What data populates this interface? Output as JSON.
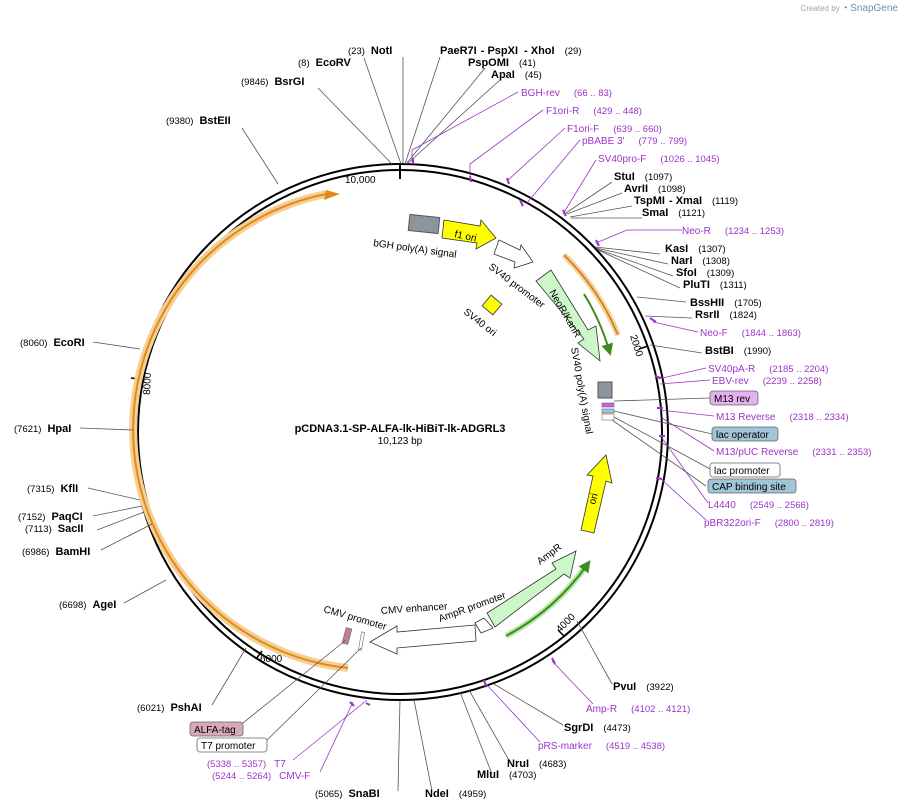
{
  "credit": {
    "created_by": "Created by",
    "brand": "SnapGene"
  },
  "plasmid": {
    "name": "pCDNA3.1-SP-ALFA-lk-HiBiT-lk-ADGRL3",
    "size": "10,123 bp"
  },
  "ring_ticks": [
    "10,000",
    "2000",
    "4000",
    "6000",
    "8000"
  ],
  "map_features": [
    {
      "name": "f1 ori"
    },
    {
      "name": "bGH poly(A) signal"
    },
    {
      "name": "SV40 promoter"
    },
    {
      "name": "NeoR/KanR"
    },
    {
      "name": "SV40 ori"
    },
    {
      "name": "SV40 poly(A) signal"
    },
    {
      "name": "ori"
    },
    {
      "name": "AmpR"
    },
    {
      "name": "AmpR promoter"
    },
    {
      "name": "CMV enhancer"
    },
    {
      "name": "CMV promoter"
    }
  ],
  "enzymes": [
    {
      "pos": "(23)",
      "name": "NotI"
    },
    {
      "name": "PaeR7I",
      "name2": "PspXI",
      "name3": "XhoI",
      "pos": "(29)"
    },
    {
      "name": "PspOMI",
      "pos": "(41)"
    },
    {
      "name": "ApaI",
      "pos": "(45)"
    },
    {
      "pos": "(8)",
      "name": "EcoRV"
    },
    {
      "pos": "(9846)",
      "name": "BsrGI"
    },
    {
      "pos": "(9380)",
      "name": "BstEII"
    },
    {
      "name": "StuI",
      "pos": "(1097)"
    },
    {
      "name": "AvrII",
      "pos": "(1098)"
    },
    {
      "name": "TspMI",
      "name2": "XmaI",
      "pos": "(1119)"
    },
    {
      "name": "SmaI",
      "pos": "(1121)"
    },
    {
      "name": "KasI",
      "pos": "(1307)"
    },
    {
      "name": "NarI",
      "pos": "(1308)"
    },
    {
      "name": "SfoI",
      "pos": "(1309)"
    },
    {
      "name": "PluTI",
      "pos": "(1311)"
    },
    {
      "name": "BssHII",
      "pos": "(1705)"
    },
    {
      "name": "RsrII",
      "pos": "(1824)"
    },
    {
      "name": "BstBI",
      "pos": "(1990)"
    },
    {
      "pos": "(8060)",
      "name": "EcoRI"
    },
    {
      "pos": "(7621)",
      "name": "HpaI"
    },
    {
      "pos": "(7315)",
      "name": "KflI"
    },
    {
      "pos": "(7152)",
      "name": "PaqCI"
    },
    {
      "pos": "(7113)",
      "name": "SacII"
    },
    {
      "pos": "(6986)",
      "name": "BamHI"
    },
    {
      "pos": "(6698)",
      "name": "AgeI"
    },
    {
      "pos": "(6021)",
      "name": "PshAI"
    },
    {
      "name": "PvuI",
      "pos": "(3922)"
    },
    {
      "name": "SgrDI",
      "pos": "(4473)"
    },
    {
      "name": "NruI",
      "pos": "(4683)"
    },
    {
      "name": "MluI",
      "pos": "(4703)"
    },
    {
      "pos": "(5065)",
      "name": "SnaBI"
    },
    {
      "name": "NdeI",
      "pos": "(4959)"
    }
  ],
  "primers": [
    {
      "name": "BGH-rev",
      "pos": "(66 .. 83)"
    },
    {
      "name": "F1ori-R",
      "pos": "(429 .. 448)"
    },
    {
      "name": "F1ori-F",
      "pos": "(639 .. 660)"
    },
    {
      "name": "pBABE 3'",
      "pos": "(779 .. 799)"
    },
    {
      "name": "SV40pro-F",
      "pos": "(1026 .. 1045)"
    },
    {
      "name": "Neo-R",
      "pos": "(1234 .. 1253)"
    },
    {
      "name": "Neo-F",
      "pos": "(1844 .. 1863)"
    },
    {
      "name": "SV40pA-R",
      "pos": "(2185 .. 2204)"
    },
    {
      "name": "EBV-rev",
      "pos": "(2239 .. 2258)"
    },
    {
      "name": "M13 Reverse",
      "pos": "(2318 .. 2334)"
    },
    {
      "name": "M13/pUC Reverse",
      "pos": "(2331 .. 2353)"
    },
    {
      "name": "L4440",
      "pos": "(2549 .. 2566)"
    },
    {
      "name": "pBR322ori-F",
      "pos": "(2800 .. 2819)"
    },
    {
      "name": "Amp-R",
      "pos": "(4102 .. 4121)"
    },
    {
      "name": "pRS-marker",
      "pos": "(4519 .. 4538)"
    },
    {
      "name": "T7",
      "pos": "(5338 .. 5357)"
    },
    {
      "name": "CMV-F",
      "pos": "(5244 .. 5264)"
    }
  ],
  "boxed_labels": [
    {
      "name": "M13 rev",
      "color": "#e3b2ee"
    },
    {
      "name": "lac operator",
      "color": "#9fc5d6"
    },
    {
      "name": "lac promoter",
      "color": "#ffffff"
    },
    {
      "name": "CAP binding site",
      "color": "#9fc5d6"
    },
    {
      "name": "ALFA-tag",
      "color": "#d9a9b8"
    },
    {
      "name": "T7 promoter",
      "color": "#ffffff"
    }
  ],
  "colors": {
    "primer": "#9b34c6",
    "orf_arrow": "#e8a033",
    "orf_inner": "#3f8a21",
    "ori_fill": "#ffff00",
    "neo_fill": "#cdf7c8",
    "gray_box": "#8c959d"
  }
}
